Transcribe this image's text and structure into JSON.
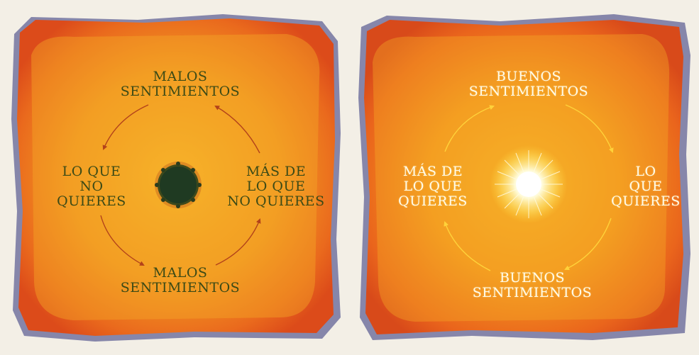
{
  "colors": {
    "paint_outer": "#e0521c",
    "paint_mid": "#f08a1e",
    "paint_center": "#f7b22a",
    "blue_edge": "#2b2f78",
    "left_text": "#3b4a16",
    "left_arrow": "#b3421a",
    "right_text": "#fffbea",
    "right_arrow": "#ffd23a"
  },
  "left_diagram": {
    "center_icon": "dark-sun-icon",
    "labels": {
      "top": "MALOS\nSENTIMIENTOS",
      "left": "LO QUE\nNO\nQUIERES",
      "right": "MÁS DE\nLO QUE\nNO QUIERES",
      "bottom": "MALOS\nSENTIMIENTOS"
    }
  },
  "right_diagram": {
    "center_icon": "bright-starburst-icon",
    "labels": {
      "top": "BUENOS\nSENTIMIENTOS",
      "right": "LO\nQUE\nQUIERES",
      "left": "MÁS DE\nLO QUE\nQUIERES",
      "bottom": "BUENOS\nSENTIMIENTOS"
    }
  }
}
